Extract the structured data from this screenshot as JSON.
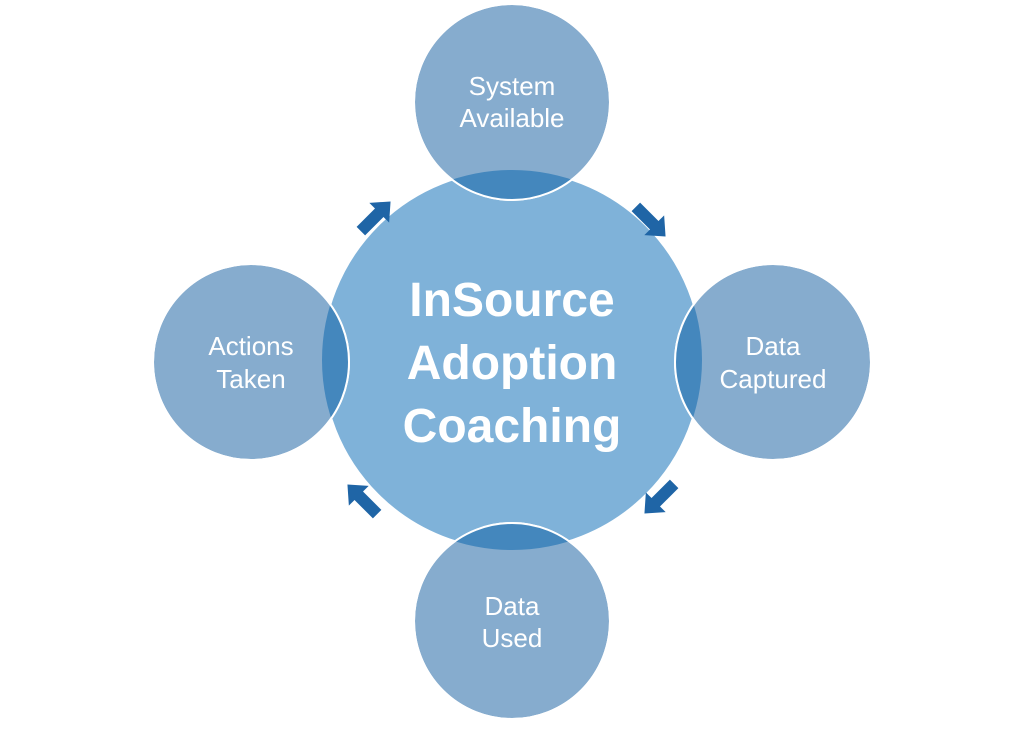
{
  "diagram": {
    "center": {
      "lines": [
        "InSource",
        "Adoption",
        "Coaching"
      ]
    },
    "nodes": [
      {
        "id": "system-available",
        "lines": [
          "System",
          "Available"
        ]
      },
      {
        "id": "data-captured",
        "lines": [
          "Data",
          "Captured"
        ]
      },
      {
        "id": "data-used",
        "lines": [
          "Data",
          "Used"
        ]
      },
      {
        "id": "actions-taken",
        "lines": [
          "Actions",
          "Taken"
        ]
      }
    ],
    "cycle_order": [
      "system-available",
      "data-captured",
      "data-used",
      "actions-taken"
    ],
    "colors": {
      "center_fill": "#7fb2d9",
      "node_fill": "#86acce",
      "overlap_fill": "#4487bd",
      "arrow_fill": "#1f65a6",
      "stroke": "#ffffff",
      "text": "#ffffff"
    }
  }
}
